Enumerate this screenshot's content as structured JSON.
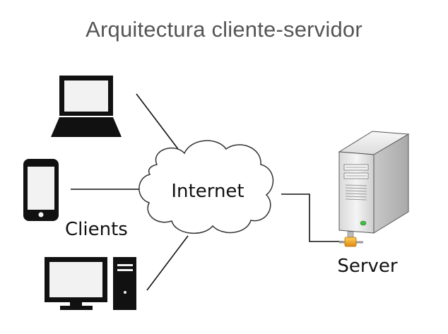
{
  "title": "Arquitectura cliente-servidor",
  "labels": {
    "network": "Internet",
    "clients": "Clients",
    "server": "Server"
  },
  "icons": {
    "clients": [
      "laptop-icon",
      "smartphone-icon",
      "desktop-computer-icon"
    ],
    "network": "cloud-icon",
    "server": "server-tower-icon",
    "connector": "network-connector-icon"
  },
  "colors": {
    "title": "#555555",
    "device": "#111111",
    "screen": "#f2f2f2",
    "cloud_stroke": "#333333",
    "server_body": "#e6e6e6",
    "connector": "#f0a41c"
  }
}
